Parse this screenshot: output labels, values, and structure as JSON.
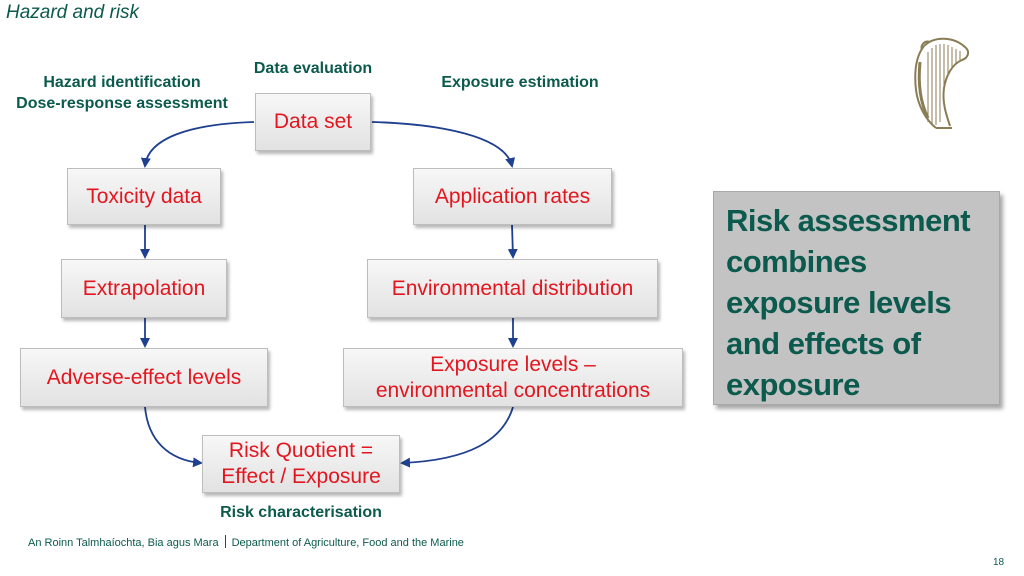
{
  "slide": {
    "title": "Hazard and risk",
    "page_number": "18"
  },
  "labels": {
    "data_evaluation": "Data evaluation",
    "hazard_identification": "Hazard identification",
    "dose_response": "Dose-response assessment",
    "exposure_estimation": "Exposure estimation",
    "risk_characterisation": "Risk characterisation"
  },
  "boxes": {
    "data_set": "Data set",
    "toxicity_data": "Toxicity data",
    "extrapolation": "Extrapolation",
    "adverse_effect_levels": "Adverse-effect levels",
    "application_rates": "Application rates",
    "environmental_distribution": "Environmental distribution",
    "exposure_levels_line1": "Exposure levels –",
    "exposure_levels_line2": "environmental concentrations",
    "risk_quotient_line1": "Risk Quotient =",
    "risk_quotient_line2": "Effect / Exposure"
  },
  "callout": {
    "line1": "Risk assessment",
    "line2": "combines",
    "line3": "exposure levels",
    "line4": "and effects of",
    "line5": "exposure"
  },
  "footer": {
    "irish": "An Roinn Talmhaíochta, Bia agus Mara",
    "english": "Department of Agriculture, Food and the Marine"
  },
  "colors": {
    "accent_green": "#0c5a4e",
    "box_text_red": "#e3161f",
    "arrow_blue": "#1f3f8f",
    "harp_gold": "#8a7d55"
  },
  "icons": {
    "logo": "harp-icon"
  }
}
